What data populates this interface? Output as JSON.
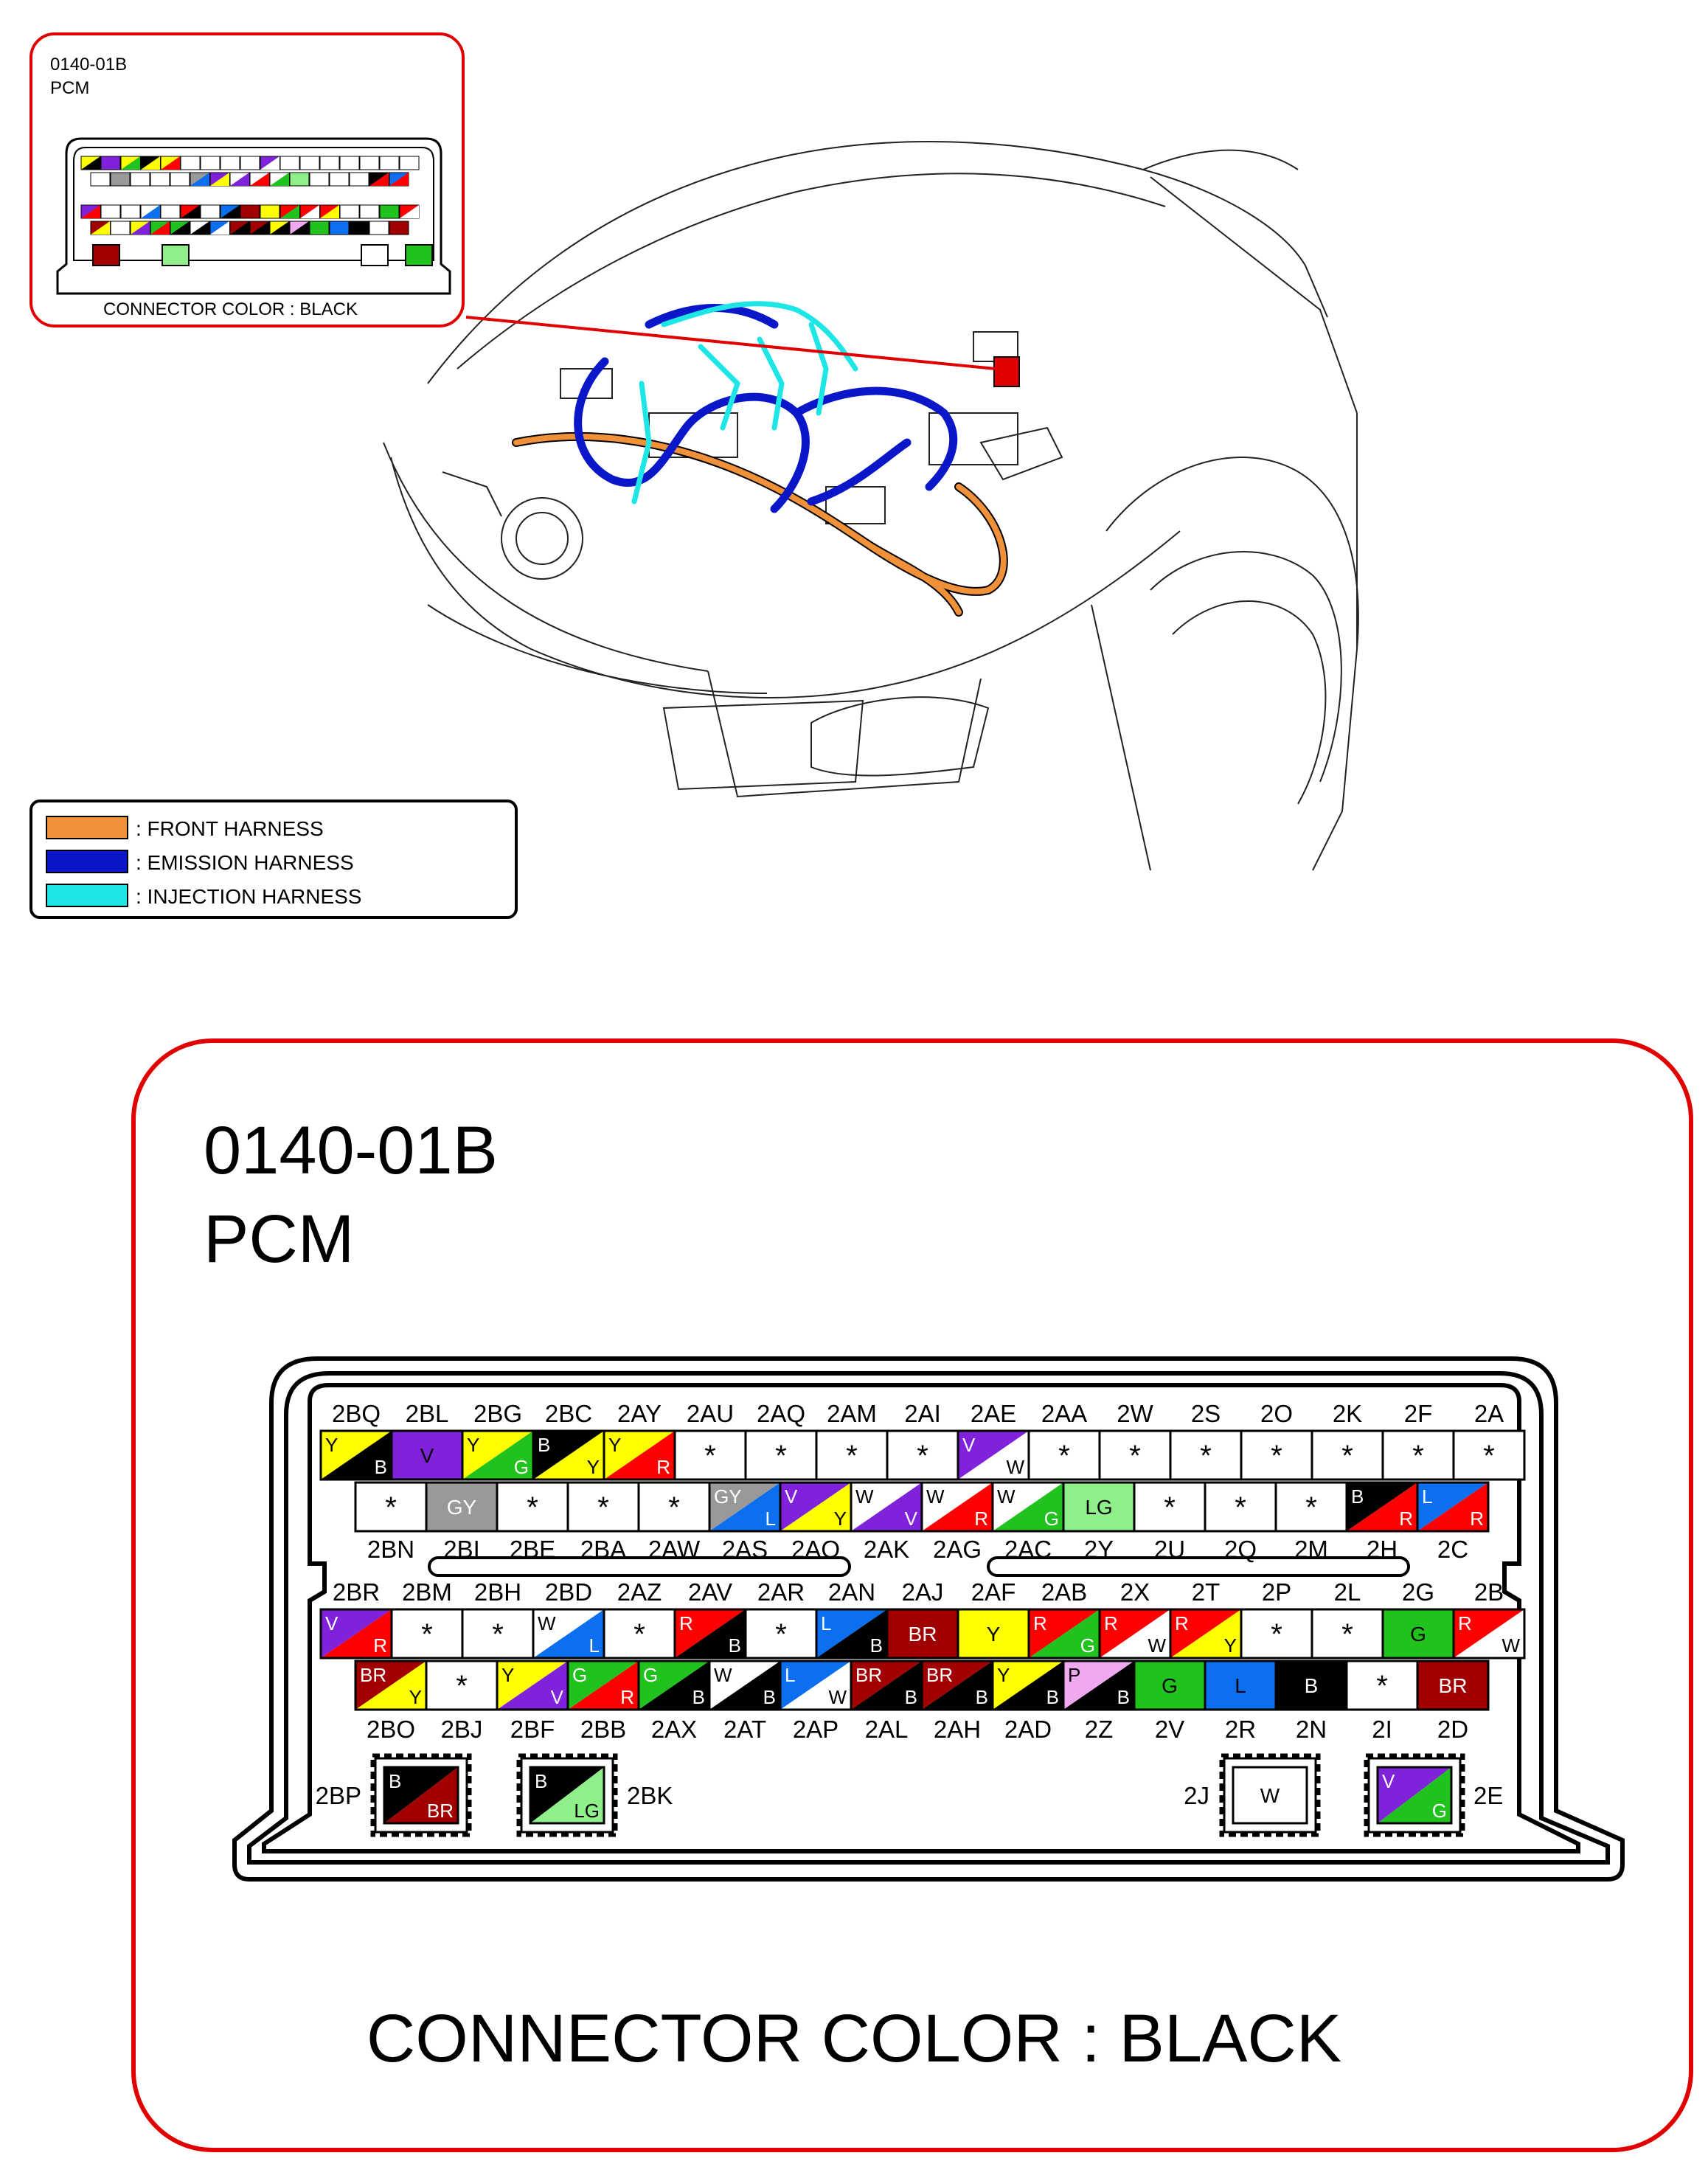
{
  "inset": {
    "connector_id": "0140-01B",
    "name": "PCM",
    "connector_color": "CONNECTOR COLOR : BLACK"
  },
  "legend": [
    {
      "label": ": FRONT HARNESS",
      "color": "#f0913a"
    },
    {
      "label": ": EMISSION HARNESS",
      "color": "#0a17c8"
    },
    {
      "label": ": INJECTION HARNESS",
      "color": "#1ee6e6"
    }
  ],
  "connector": {
    "connector_id": "0140-01B",
    "name": "PCM",
    "connector_color": "CONNECTOR COLOR : BLACK",
    "wire_colors": {
      "Y": "#ffff00",
      "B": "#000000",
      "V": "#7f22d9",
      "G": "#22c21e",
      "R": "#ff0000",
      "W": "#ffffff",
      "GY": "#999999",
      "L": "#0b6ff0",
      "LG": "#8ff08a",
      "BR": "#a00000",
      "P": "#f0a8f0"
    },
    "upper": {
      "row1": {
        "labels": [
          "2BQ",
          "2BL",
          "2BG",
          "2BC",
          "2AY",
          "2AU",
          "2AQ",
          "2AM",
          "2AI",
          "2AE",
          "2AA",
          "2W",
          "2S",
          "2O",
          "2K",
          "2F",
          "2A"
        ],
        "pins": [
          [
            "Y",
            "B"
          ],
          [
            "V",
            ""
          ],
          [
            "Y",
            "G"
          ],
          [
            "B",
            "Y"
          ],
          [
            "Y",
            "R"
          ],
          [
            "*",
            ""
          ],
          [
            "*",
            ""
          ],
          [
            "*",
            ""
          ],
          [
            "*",
            ""
          ],
          [
            "V",
            "W"
          ],
          [
            "*",
            ""
          ],
          [
            "*",
            ""
          ],
          [
            "*",
            ""
          ],
          [
            "*",
            ""
          ],
          [
            "*",
            ""
          ],
          [
            "*",
            ""
          ],
          [
            "*",
            ""
          ]
        ]
      },
      "row2": {
        "labels": [
          "2BN",
          "2BI",
          "2BE",
          "2BA",
          "2AW",
          "2AS",
          "2AO",
          "2AK",
          "2AG",
          "2AC",
          "2Y",
          "2U",
          "2Q",
          "2M",
          "2H",
          "2C"
        ],
        "pins": [
          [
            "*",
            ""
          ],
          [
            "GY",
            ""
          ],
          [
            "*",
            ""
          ],
          [
            "*",
            ""
          ],
          [
            "*",
            ""
          ],
          [
            "GY",
            "L"
          ],
          [
            "V",
            "Y"
          ],
          [
            "W",
            "V"
          ],
          [
            "W",
            "R"
          ],
          [
            "W",
            "G"
          ],
          [
            "LG",
            ""
          ],
          [
            "*",
            ""
          ],
          [
            "*",
            ""
          ],
          [
            "*",
            ""
          ],
          [
            "B",
            "R"
          ],
          [
            "L",
            "R"
          ]
        ]
      }
    },
    "lower": {
      "row1": {
        "labels": [
          "2BR",
          "2BM",
          "2BH",
          "2BD",
          "2AZ",
          "2AV",
          "2AR",
          "2AN",
          "2AJ",
          "2AF",
          "2AB",
          "2X",
          "2T",
          "2P",
          "2L",
          "2G",
          "2B"
        ],
        "pins": [
          [
            "V",
            "R"
          ],
          [
            "*",
            ""
          ],
          [
            "*",
            ""
          ],
          [
            "W",
            "L"
          ],
          [
            "*",
            ""
          ],
          [
            "R",
            "B"
          ],
          [
            "*",
            ""
          ],
          [
            "L",
            "B"
          ],
          [
            "BR",
            ""
          ],
          [
            "Y",
            ""
          ],
          [
            "R",
            "G"
          ],
          [
            "R",
            "W"
          ],
          [
            "R",
            "Y"
          ],
          [
            "*",
            ""
          ],
          [
            "*",
            ""
          ],
          [
            "G",
            ""
          ],
          [
            "R",
            "W"
          ]
        ]
      },
      "row2": {
        "labels": [
          "2BO",
          "2BJ",
          "2BF",
          "2BB",
          "2AX",
          "2AT",
          "2AP",
          "2AL",
          "2AH",
          "2AD",
          "2Z",
          "2V",
          "2R",
          "2N",
          "2I",
          "2D"
        ],
        "pins": [
          [
            "BR",
            "Y"
          ],
          [
            "*",
            ""
          ],
          [
            "Y",
            "V"
          ],
          [
            "G",
            "R"
          ],
          [
            "G",
            "B"
          ],
          [
            "W",
            "B"
          ],
          [
            "L",
            "W"
          ],
          [
            "BR",
            "B"
          ],
          [
            "BR",
            "B"
          ],
          [
            "Y",
            "B"
          ],
          [
            "P",
            "B"
          ],
          [
            "G",
            ""
          ],
          [
            "L",
            ""
          ],
          [
            "B",
            ""
          ],
          [
            "*",
            ""
          ],
          [
            "BR",
            ""
          ]
        ]
      }
    },
    "large_pins": [
      {
        "label": "2BP",
        "colors": [
          "B",
          "BR"
        ],
        "side": "left"
      },
      {
        "label": "2BK",
        "colors": [
          "B",
          "LG"
        ],
        "side": "right"
      },
      {
        "label": "2J",
        "colors": [
          "W",
          ""
        ],
        "side": "left"
      },
      {
        "label": "2E",
        "colors": [
          "V",
          "G"
        ],
        "side": "right"
      }
    ]
  }
}
